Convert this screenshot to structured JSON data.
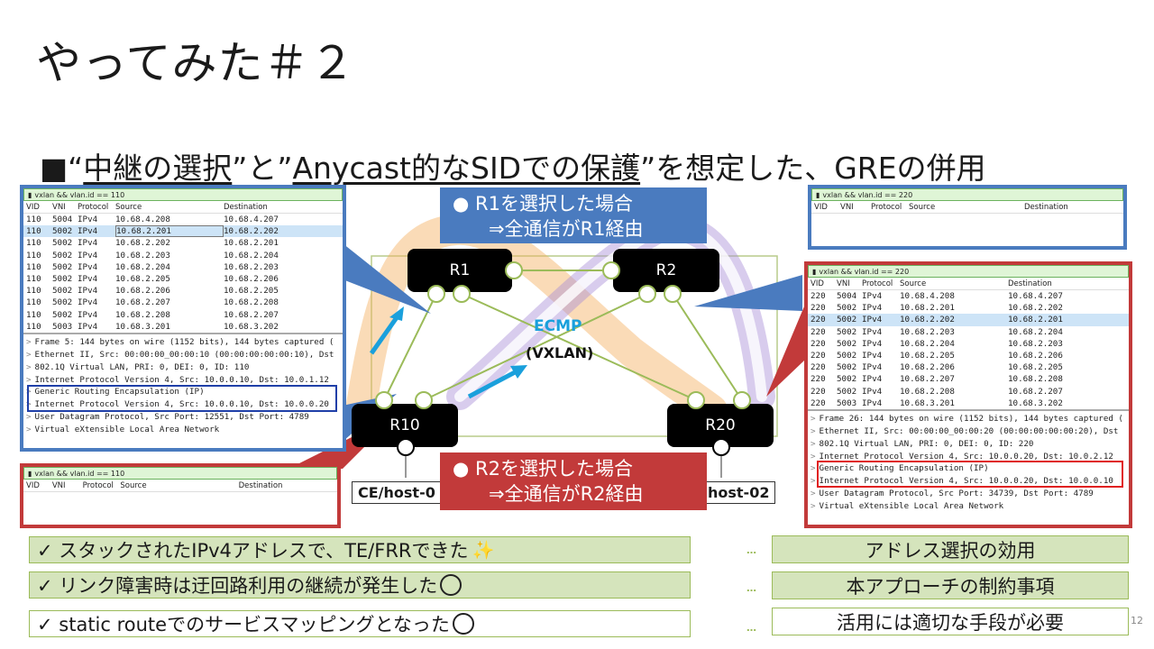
{
  "slide": {
    "title": "やってみた＃２",
    "subtitle": {
      "q1": "■“",
      "u1": "中継の選択",
      "mid": "”と”",
      "u2": "Anycast的なSIDでの保護",
      "end": "”を想定した、GREの併用"
    },
    "page_number": "12"
  },
  "diagram": {
    "routers": {
      "r1": "R1",
      "r2": "R2",
      "r10": "R10",
      "r20": "R20"
    },
    "ecmp": "ECMP",
    "vxlan": "(VXLAN)",
    "host_left": "CE/host-0",
    "host_right": "host-02",
    "callout_r1": {
      "line1": "●  R1を選択した場合",
      "line2": "⇒全通信がR1経由"
    },
    "callout_r2": {
      "line1": "●  R2を選択した場合",
      "line2": "⇒全通信がR2経由"
    },
    "colors": {
      "blue": "#4a7bbf",
      "red": "#c23a3a",
      "green": "#9bbb59",
      "orange": "#f5b060",
      "purple": "#a88fd6",
      "arrow": "#1aa0dc"
    }
  },
  "ws_headers": {
    "vid": "VID",
    "vni": "VNI",
    "proto": "Protocol",
    "src": "Source",
    "dst": "Destination"
  },
  "ws_left_top": {
    "filter": "vxlan && vlan.id == 110",
    "rows": [
      [
        "110",
        "5004",
        "IPv4",
        "10.68.4.208",
        "10.68.4.207"
      ],
      [
        "110",
        "5002",
        "IPv4",
        "10.68.2.201",
        "10.68.2.202"
      ],
      [
        "110",
        "5002",
        "IPv4",
        "10.68.2.202",
        "10.68.2.201"
      ],
      [
        "110",
        "5002",
        "IPv4",
        "10.68.2.203",
        "10.68.2.204"
      ],
      [
        "110",
        "5002",
        "IPv4",
        "10.68.2.204",
        "10.68.2.203"
      ],
      [
        "110",
        "5002",
        "IPv4",
        "10.68.2.205",
        "10.68.2.206"
      ],
      [
        "110",
        "5002",
        "IPv4",
        "10.68.2.206",
        "10.68.2.205"
      ],
      [
        "110",
        "5002",
        "IPv4",
        "10.68.2.207",
        "10.68.2.208"
      ],
      [
        "110",
        "5002",
        "IPv4",
        "10.68.2.208",
        "10.68.2.207"
      ],
      [
        "110",
        "5003",
        "IPv4",
        "10.68.3.201",
        "10.68.3.202"
      ]
    ],
    "details": [
      "Frame 5: 144 bytes on wire (1152 bits), 144 bytes captured (",
      "Ethernet II, Src: 00:00:00_00:00:10 (00:00:00:00:00:10), Dst",
      "802.1Q Virtual LAN, PRI: 0, DEI: 0, ID: 110",
      "Internet Protocol Version 4, Src: 10.0.0.10, Dst: 10.0.1.12",
      "Generic Routing Encapsulation (IP)",
      "Internet Protocol Version 4, Src: 10.0.0.10, Dst: 10.0.0.20",
      "User Datagram Protocol, Src Port: 12551, Dst Port: 4789",
      "Virtual eXtensible Local Area Network"
    ]
  },
  "ws_left_bottom": {
    "filter": "vxlan && vlan.id == 110"
  },
  "ws_right_top": {
    "filter": "vxlan && vlan.id == 220"
  },
  "ws_right_bottom": {
    "filter": "vxlan && vlan.id == 220",
    "rows": [
      [
        "220",
        "5004",
        "IPv4",
        "10.68.4.208",
        "10.68.4.207"
      ],
      [
        "220",
        "5002",
        "IPv4",
        "10.68.2.201",
        "10.68.2.202"
      ],
      [
        "220",
        "5002",
        "IPv4",
        "10.68.2.202",
        "10.68.2.201"
      ],
      [
        "220",
        "5002",
        "IPv4",
        "10.68.2.203",
        "10.68.2.204"
      ],
      [
        "220",
        "5002",
        "IPv4",
        "10.68.2.204",
        "10.68.2.203"
      ],
      [
        "220",
        "5002",
        "IPv4",
        "10.68.2.205",
        "10.68.2.206"
      ],
      [
        "220",
        "5002",
        "IPv4",
        "10.68.2.206",
        "10.68.2.205"
      ],
      [
        "220",
        "5002",
        "IPv4",
        "10.68.2.207",
        "10.68.2.208"
      ],
      [
        "220",
        "5002",
        "IPv4",
        "10.68.2.208",
        "10.68.2.207"
      ],
      [
        "220",
        "5003",
        "IPv4",
        "10.68.3.201",
        "10.68.3.202"
      ]
    ],
    "details": [
      "Frame 26: 144 bytes on wire (1152 bits), 144 bytes captured (",
      "Ethernet II, Src: 00:00:00_00:00:20 (00:00:00:00:00:20), Dst",
      "802.1Q Virtual LAN, PRI: 0, DEI: 0, ID: 220",
      "Internet Protocol Version 4, Src: 10.0.0.20, Dst: 10.0.2.12",
      "Generic Routing Encapsulation (IP)",
      "Internet Protocol Version 4, Src: 10.0.0.20, Dst: 10.0.0.10",
      "User Datagram Protocol, Src Port: 34739, Dst Port: 4789",
      "Virtual eXtensible Local Area Network"
    ]
  },
  "checks": [
    {
      "text": "✓ スタックされたIPv4アドレスで、TE/FRRできた",
      "icon": "sparkle-icon"
    },
    {
      "text": "✓ リンク障害時は迂回路利用の継続が発生した",
      "icon": "thinking-face-icon"
    },
    {
      "text": "✓ static routeでのサービスマッピングとなった",
      "icon": "scream-face-icon"
    }
  ],
  "dots": "…",
  "results": [
    "アドレス選択の効用",
    "本アプローチの制約事項",
    "活用には適切な手段が必要"
  ]
}
